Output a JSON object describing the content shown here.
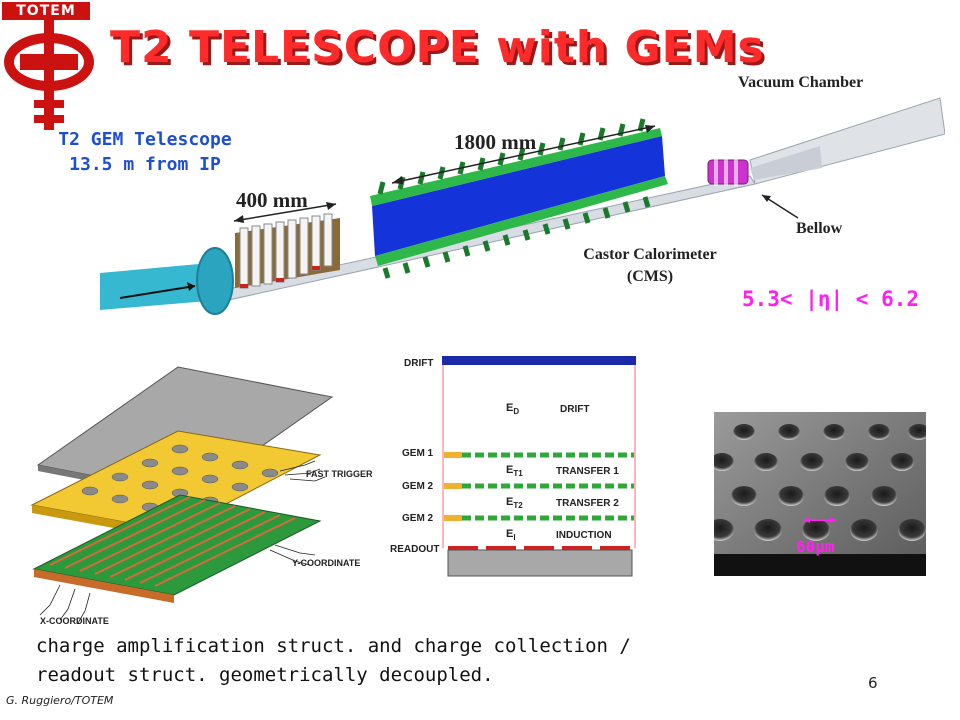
{
  "logo": {
    "text": "TOTEM"
  },
  "title": "T2 TELESCOPE with GEMs",
  "telescope_label": {
    "line1": "T2 GEM Telescope",
    "line2": "13.5 m from IP"
  },
  "dimensions": {
    "len_1800": "1800 mm",
    "len_400": "400 mm"
  },
  "labels": {
    "vacuum_chamber": "Vacuum Chamber",
    "bellow": "Bellow",
    "castor_line1": "Castor Calorimeter",
    "castor_line2": "(CMS)",
    "eta_range": "5.3< |η| < 6.2"
  },
  "exploded_view": {
    "fast_trigger": "FAST TRIGGER",
    "y_coord": "Y-COORDINATE",
    "x_coord": "X-COORDINATE"
  },
  "gem_diagram": {
    "drift_top": "DRIFT",
    "ed": "E",
    "ed_sub": "D",
    "drift_region": "DRIFT",
    "gem1": "GEM 1",
    "et1": "E",
    "et1_sub": "T1",
    "transfer1": "TRANSFER 1",
    "gem2a": "GEM 2",
    "et2": "E",
    "et2_sub": "T2",
    "transfer2": "TRANSFER 2",
    "gem2b": "GEM 2",
    "ei": "E",
    "ei_sub": "I",
    "induction": "INDUCTION",
    "readout": "READOUT"
  },
  "photo": {
    "scale": "60μm"
  },
  "caption": {
    "line1": "charge amplification struct. and charge collection /",
    "line2": "readout struct. geometrically decoupled."
  },
  "footer": {
    "author": "G. Ruggiero/TOTEM",
    "page": "6"
  }
}
